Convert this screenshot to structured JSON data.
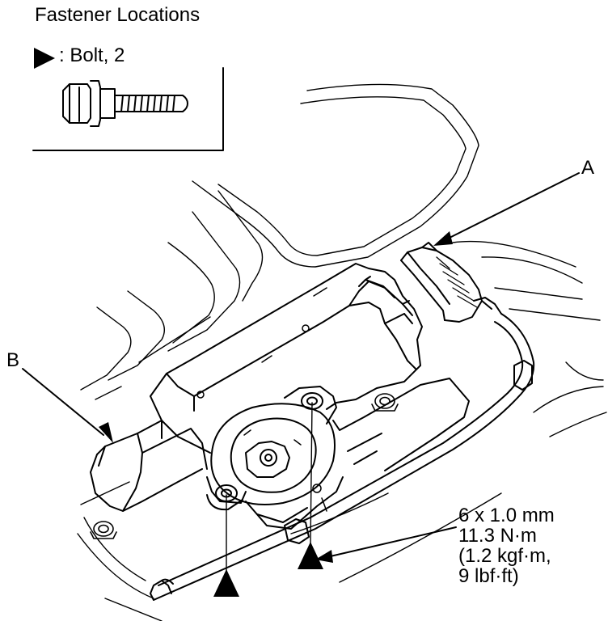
{
  "title": "Fastener Locations",
  "legend": {
    "symbol_icon": "filled-triangle-arrow-icon",
    "text": ": Bolt, 2"
  },
  "labels": {
    "a": "A",
    "b": "B"
  },
  "bolt_spec": {
    "size": "6 x 1.0 mm",
    "torque_nm": "11.3 N·m",
    "torque_kgfm": "(1.2 kgf·m,",
    "torque_lbfft": "9 lbf·ft)"
  },
  "colors": {
    "line": "#000000",
    "background": "#ffffff"
  }
}
